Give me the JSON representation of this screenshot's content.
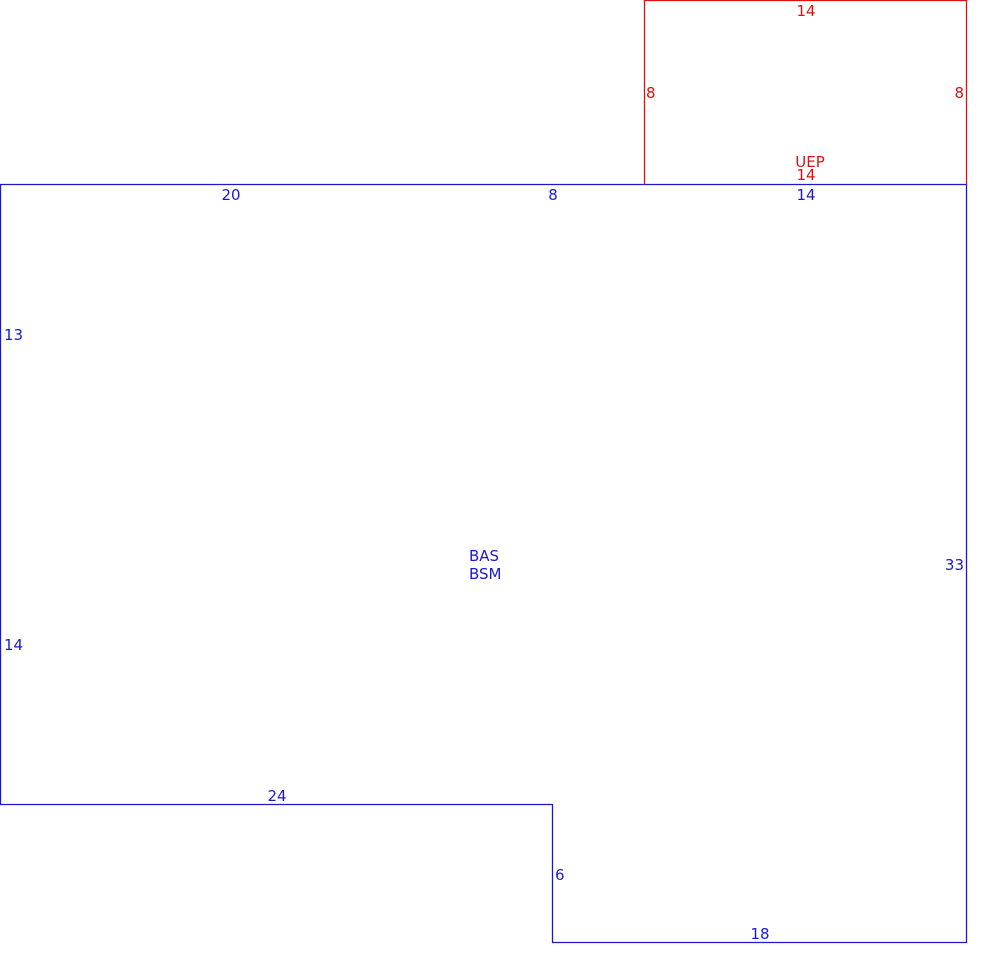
{
  "colors": {
    "main_outline": "#1a1acc",
    "porch_outline": "#dd1111",
    "background": "#ffffff"
  },
  "main_area": {
    "codes": [
      "BAS",
      "BSM"
    ],
    "dimensions": {
      "top_left": "20",
      "top_mid": "8",
      "top_right": "14",
      "left_upper": "13",
      "left_lower": "14",
      "right": "33",
      "notch_top": "24",
      "notch_side": "6",
      "bottom": "18"
    }
  },
  "porch_area": {
    "code": "UEP",
    "dimensions": {
      "top": "14",
      "left": "8",
      "right": "8",
      "bottom": "14"
    }
  }
}
